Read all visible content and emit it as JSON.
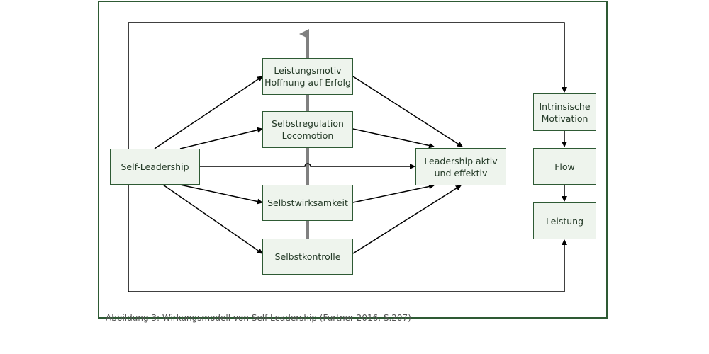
{
  "boxes": {
    "self_leadership": "Self-Leadership",
    "leistungsmotiv": "Leistungsmotiv\nHoffnung auf Erfolg",
    "selbstregulation": "Selbstregulation\nLocomotion",
    "selbstwirksamkeit": "Selbstwirksamkeit",
    "selbstkontrolle": "Selbstkontrolle",
    "leadership": "Leadership aktiv\nund effektiv",
    "intrinsische_motivation": "Intrinsische\nMotivation",
    "flow": "Flow",
    "leistung": "Leistung"
  },
  "caption": "Abbildung 3: Wirkungsmodell von Self-Leadership (Furtner 2016, S.207)",
  "colors": {
    "border": "#2e5a34",
    "box_fill": "#eef4ed",
    "arrow": "#000000",
    "central_arrow": "#808080"
  }
}
